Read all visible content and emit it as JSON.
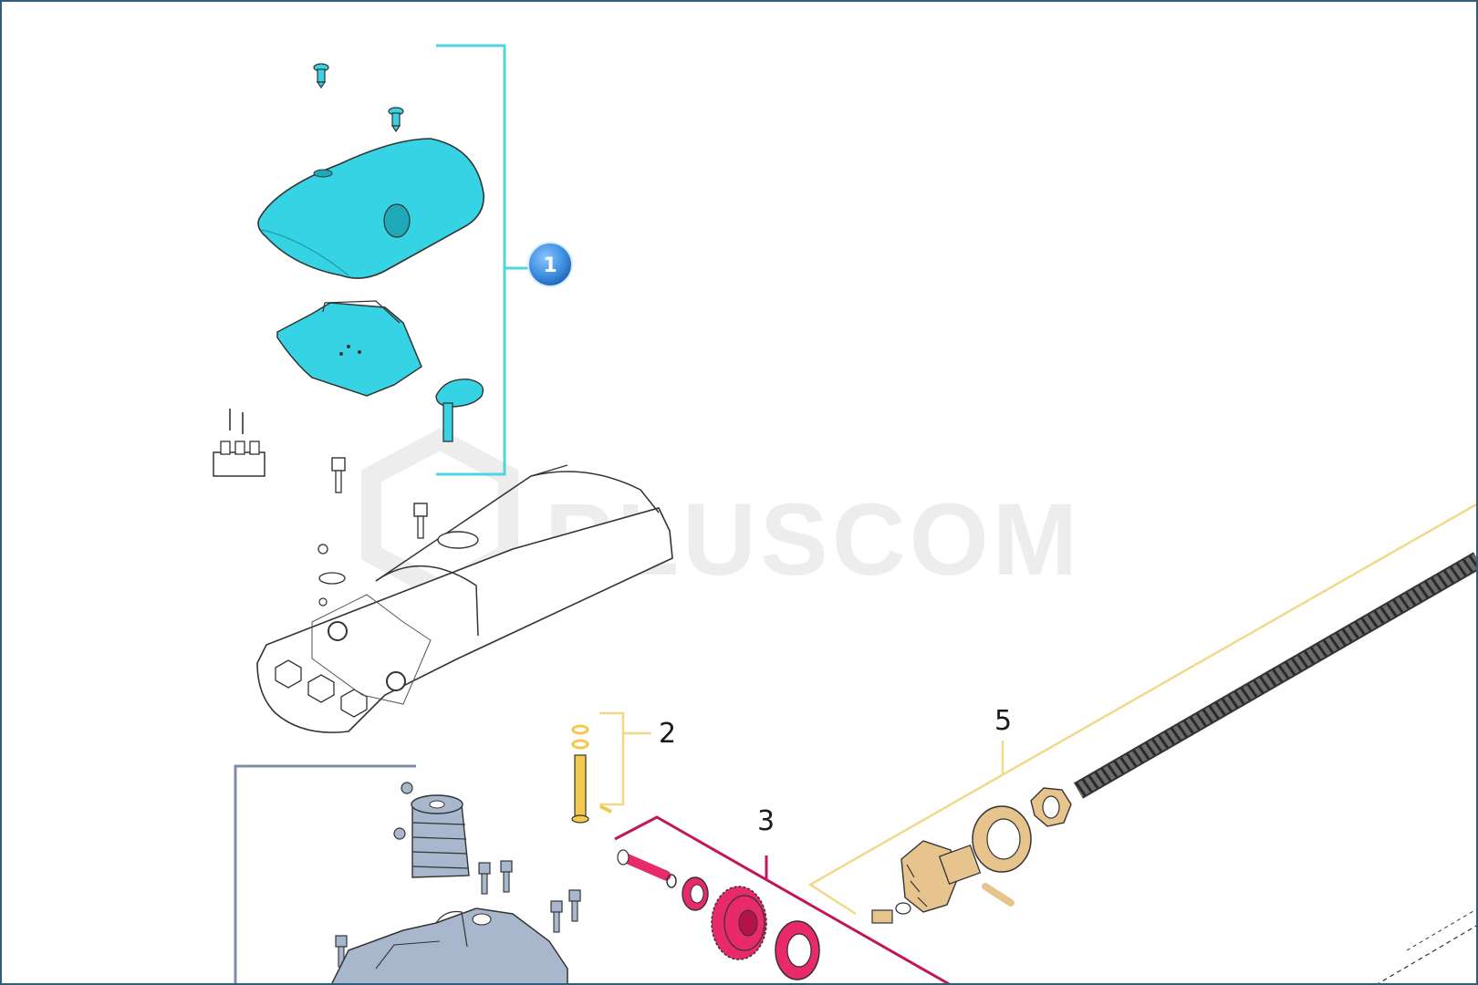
{
  "watermark": {
    "text": "PLUSCOM"
  },
  "callouts": [
    {
      "id": "group-1",
      "label": "1",
      "color": "#4fd4e0"
    },
    {
      "id": "group-2",
      "label": "2",
      "color": "#f0d98a"
    },
    {
      "id": "group-3",
      "label": "3",
      "color": "#c2185b"
    },
    {
      "id": "group-5",
      "label": "5",
      "color": "#f0d98a"
    },
    {
      "id": "group-4",
      "label": "",
      "color": "#7d8ea3"
    }
  ],
  "colors": {
    "cover_parts": "#35d3e3",
    "drive_parts": "#e8296a",
    "pin_parts": "#f2c94c",
    "screw_parts": "#e7c48d",
    "base_parts": "#a9b7cc",
    "frame": "#2f5d7a",
    "badge": "#3d8fe0"
  }
}
